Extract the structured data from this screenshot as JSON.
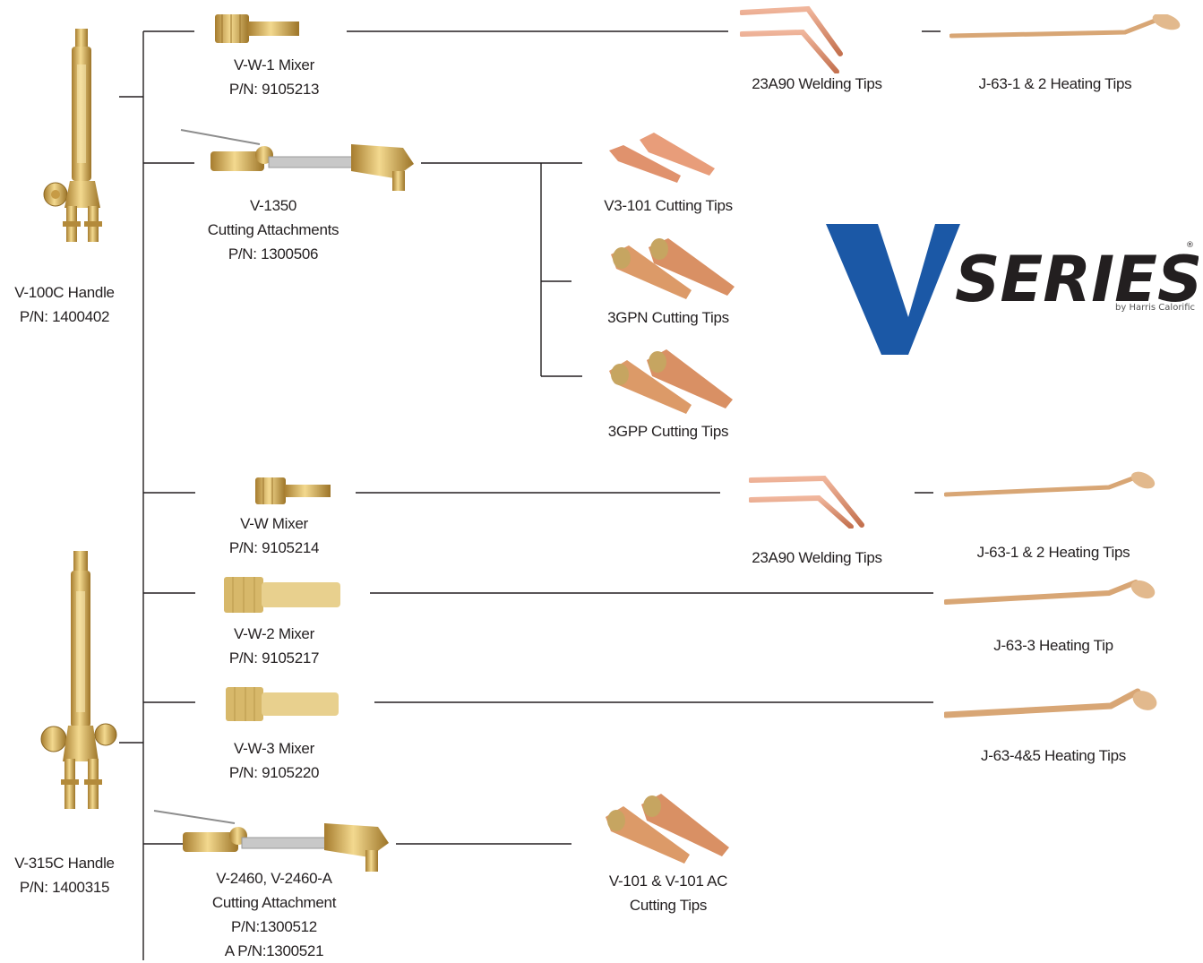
{
  "colors": {
    "line": "#231f20",
    "brass": "#d9b25a",
    "copper": "#d8866a",
    "logo_blue": "#1b58a6",
    "logo_gray": "#555555"
  },
  "handles": [
    {
      "name": "V-100C Handle",
      "pn": "P/N: 1400402"
    },
    {
      "name": "V-315C Handle",
      "pn": "P/N: 1400315"
    }
  ],
  "attachments": [
    {
      "lines": [
        "V-W-1 Mixer",
        "P/N: 9105213"
      ]
    },
    {
      "lines": [
        "V-1350",
        "Cutting Attachments",
        "P/N: 1300506"
      ]
    },
    {
      "lines": [
        "V-W Mixer",
        "P/N: 9105214"
      ]
    },
    {
      "lines": [
        "V-W-2 Mixer",
        "P/N: 9105217"
      ]
    },
    {
      "lines": [
        "V-W-3 Mixer",
        "P/N: 9105220"
      ]
    },
    {
      "lines": [
        "V-2460, V-2460-A",
        "Cutting Attachment",
        "P/N:1300512",
        "A P/N:1300521"
      ]
    }
  ],
  "tips": {
    "welding_top": "23A90 Welding Tips",
    "heating_top": "J-63-1 & 2 Heating Tips",
    "v3_101": "V3-101 Cutting Tips",
    "gpn": "3GPN Cutting Tips",
    "gpp": "3GPP Cutting Tips",
    "welding_mid": "23A90 Welding Tips",
    "heating_mid": "J-63-1 & 2 Heating Tips",
    "j63_3": "J-63-3 Heating Tip",
    "j63_45": "J-63-4&5 Heating Tips",
    "v101": [
      "V-101 & V-101 AC",
      "Cutting Tips"
    ]
  },
  "logo": {
    "word": "SERIES",
    "registered": "®",
    "byline": "by Harris Calorific",
    "icon": "v-chevron-logo"
  }
}
